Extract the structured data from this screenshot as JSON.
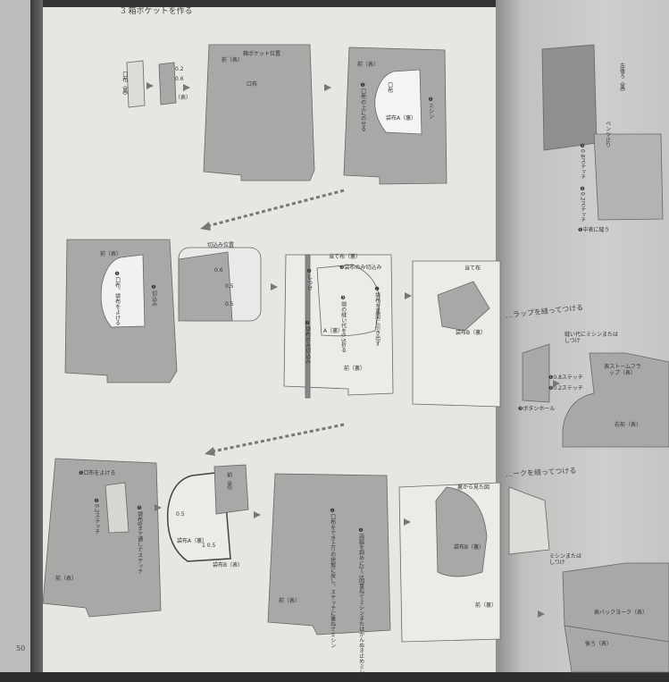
{
  "section_title": "3 箱ポケットを作る",
  "page_number": "50",
  "colors": {
    "page": "#e7e6e3",
    "fabric": "#a8a8a6",
    "right_page_shadow": "#b9b9b7",
    "background": "#2e2e2e"
  },
  "row1": {
    "welt_label": "口布（裏）",
    "dim_02": "0.2",
    "dim_06": "0.6",
    "face": "（表）",
    "pocket_position": "箱ポケット位置",
    "front_a": "前（表）",
    "welt_a": "口布",
    "front_b": "前（表）",
    "step1": "❶口布の上にのせる",
    "welt_b": "口布",
    "pocket_bag_a": "袋布A（裏）",
    "step2": "❷ミシン"
  },
  "row2": {
    "front_c": "前（表）",
    "step1": "❶口布、袋布をよける",
    "step2": "❷切込み",
    "cut_position": "切込み位置",
    "dim1": "0.6",
    "dim2": "0.5",
    "dim3": "0.5",
    "facing": "当て布（裏）",
    "step2b": "❷袋布のみ切込み",
    "step4": "❹しつけ",
    "step3": "❸端の縫い代を0.5折る",
    "step1b": "❶袋布を裏面に引き出す",
    "step2c": "❷袋布のみ切込み",
    "bag_a": "A（裏）",
    "front_d": "前（裏）",
    "facing_e": "当て布",
    "bag_b": "袋布B（裏）"
  },
  "row3": {
    "step1": "❶口布をよける",
    "step2": "❷0.2ステッチ",
    "step3": "❸袋布Bまで通してステッチ",
    "front_f": "前（表）",
    "front_g": "前（表）",
    "dim": "0.5",
    "bag_a": "袋布A（裏）",
    "dim2": "1 0.5",
    "bag_b": "袋布B（表）",
    "step1h": "❶口布をでき上りの状態に戻し、ステッチに重ねてミシン",
    "step2h": "❷両脇を斜めに2〜3回重ねてミシンまたはかんぬき止めミシン",
    "front_h": "前（表）",
    "back_view": "裏から見た図",
    "bag_b_i": "袋布B（裏）",
    "front_i": "前（裏）"
  },
  "right_page": {
    "left_back": "左後ろ（裏）",
    "vent_stop": "ベンツ止り",
    "stitch3": "❸0.8ステッチ",
    "stitch2": "❷0.2ステッチ",
    "sew1": "❶中表に縫う",
    "section_flap": "…ラップを縫ってつける",
    "flap_note": "縫い代にミシンまたはしつけ",
    "flap": "表ストームフラップ（表）",
    "right_front": "右前（表）",
    "s1": "❶0.8ステッチ",
    "s2": "❷0.2ステッチ",
    "s3": "❸ボタンホール",
    "section_yoke": "…ークを縫ってつける",
    "yoke_note": "ミシンまたはしつけ",
    "yoke": "表バックヨーク（表）",
    "back": "後ろ（表）"
  }
}
